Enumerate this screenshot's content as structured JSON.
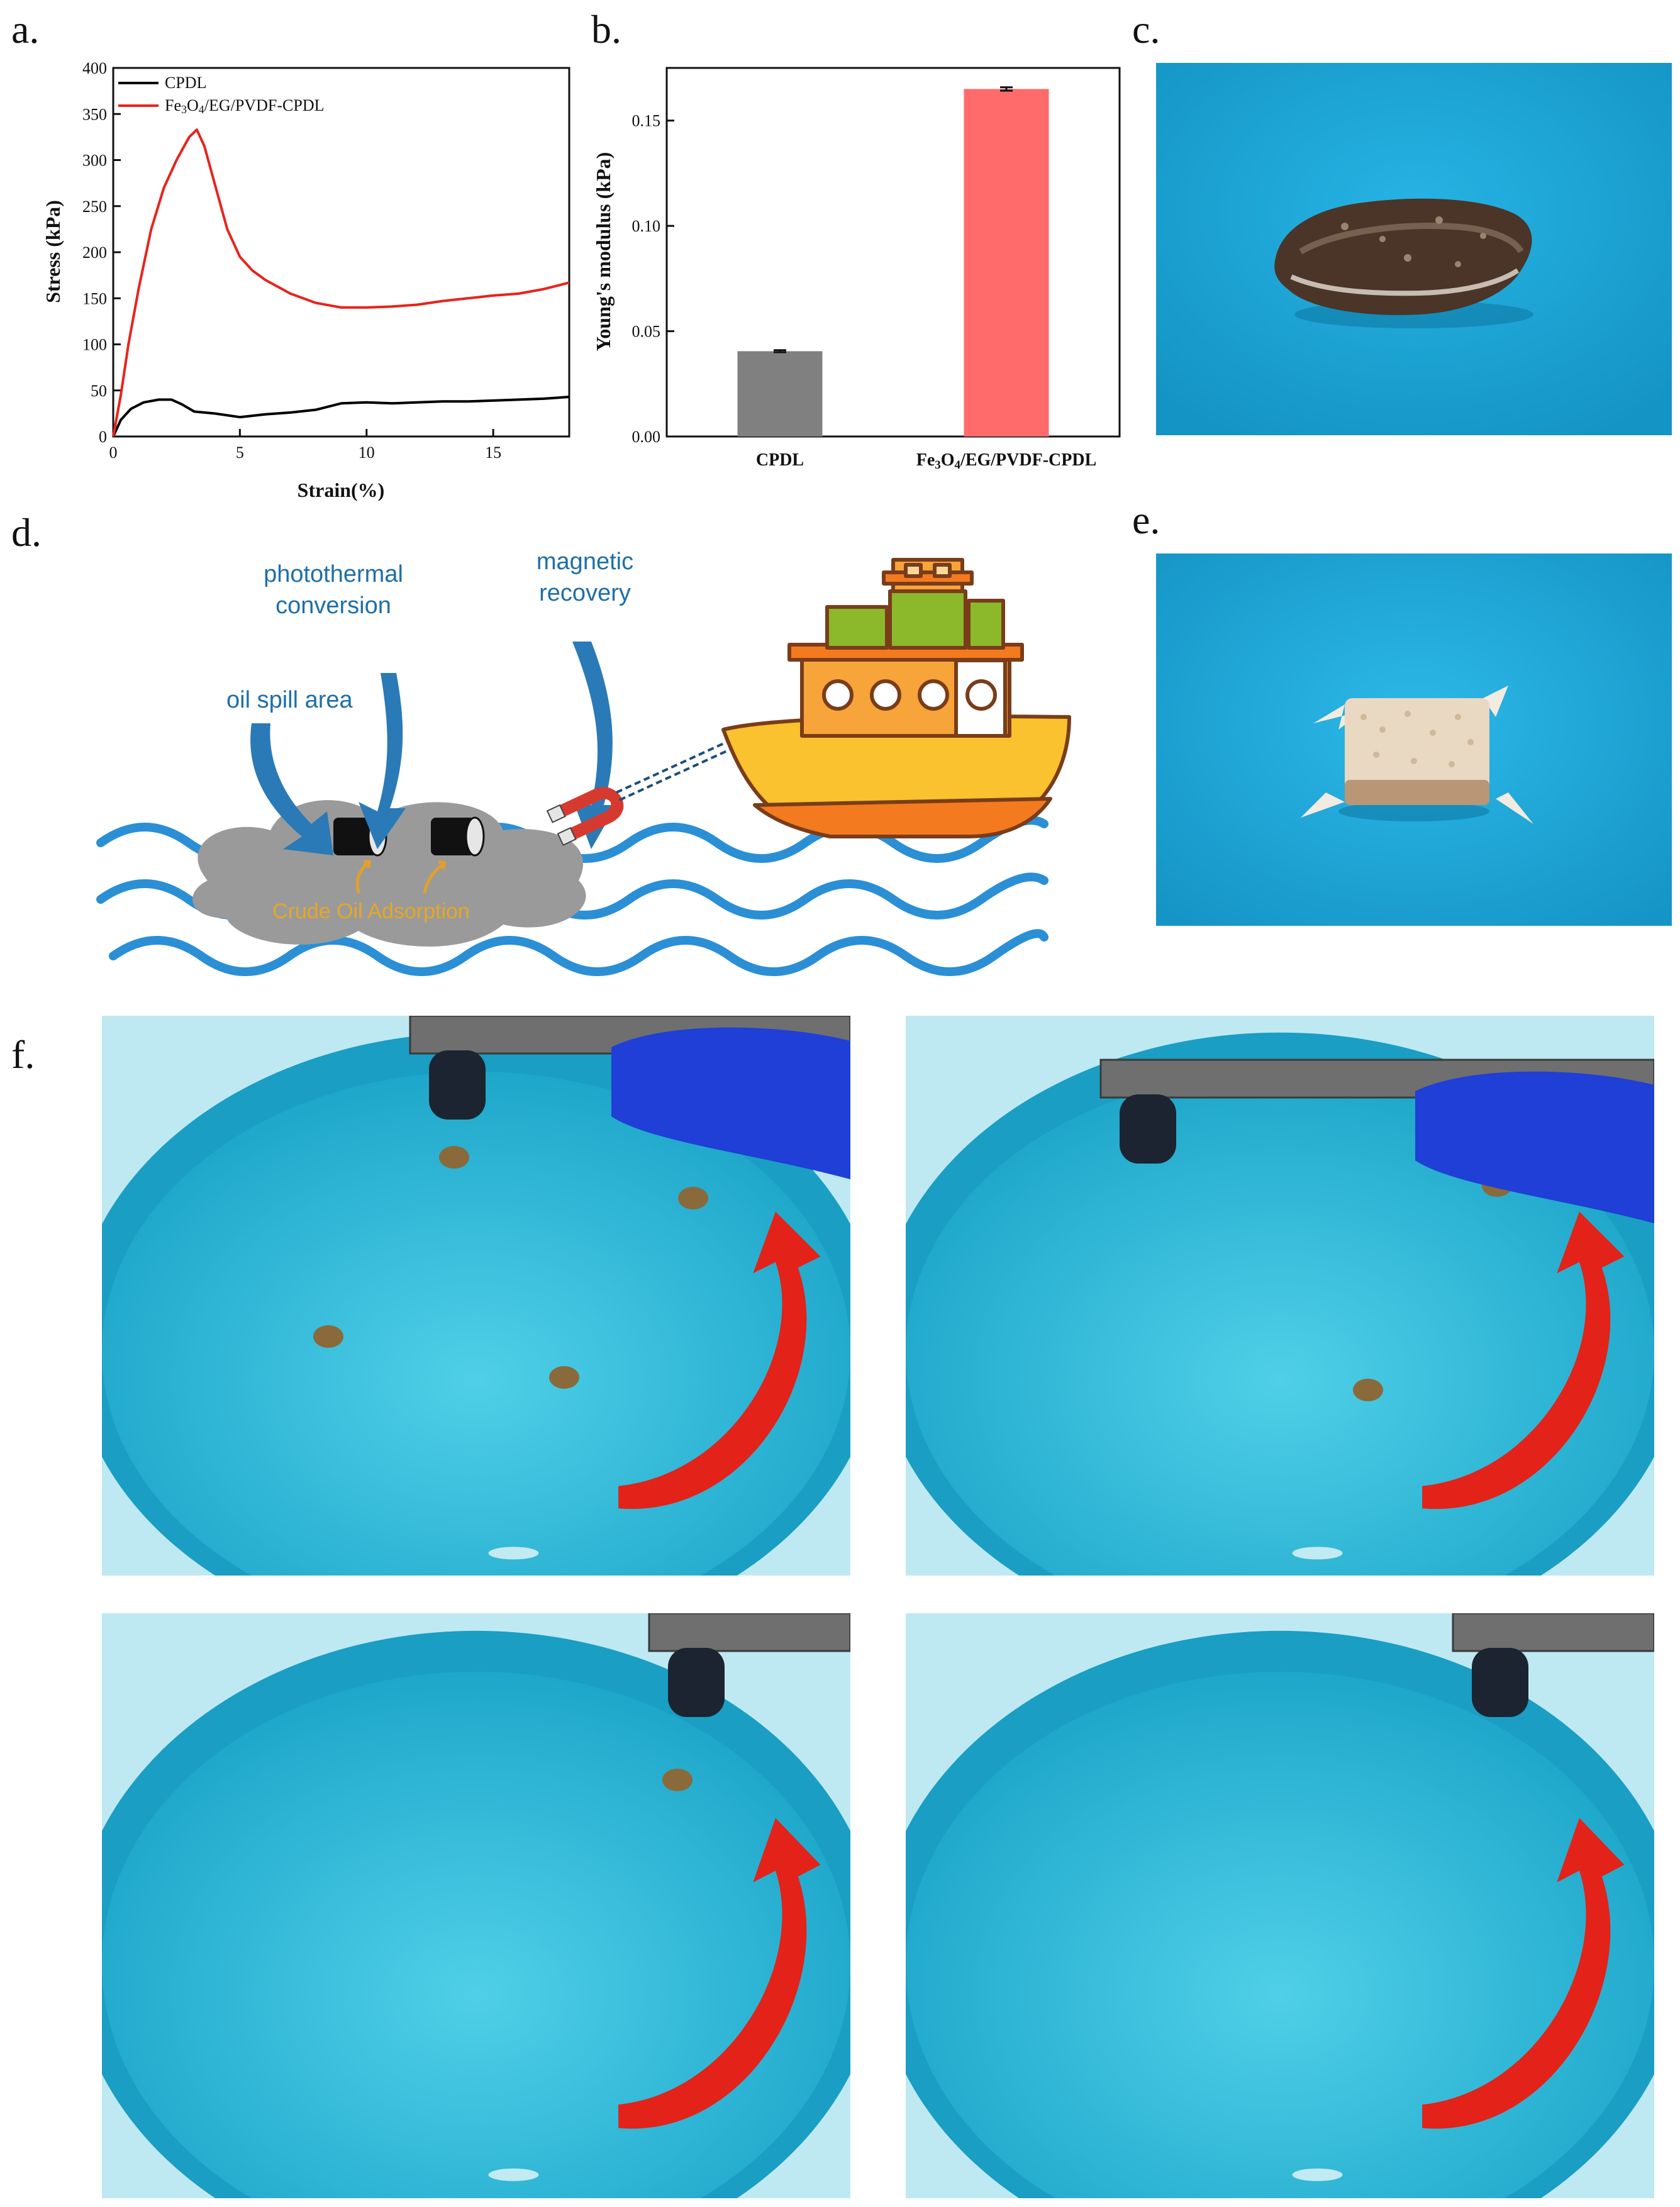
{
  "panels": {
    "a": "a.",
    "b": "b.",
    "c": "c.",
    "d": "d.",
    "e": "e.",
    "f": "f."
  },
  "chart_data": [
    {
      "type": "line",
      "xlabel": "Strain(%)",
      "ylabel": "Stress (kPa)",
      "xlim": [
        0,
        18
      ],
      "ylim": [
        0,
        400
      ],
      "xticks": [
        0,
        5,
        10,
        15
      ],
      "yticks": [
        0,
        50,
        100,
        150,
        200,
        250,
        300,
        350,
        400
      ],
      "legend_position": "top-left",
      "series": [
        {
          "name": "CPDL",
          "color": "#000000",
          "x": [
            0,
            0.3,
            0.7,
            1.2,
            1.8,
            2.3,
            2.7,
            3.2,
            4,
            5,
            6,
            7,
            8,
            9,
            10,
            11,
            12,
            13,
            14,
            15,
            16,
            17,
            18
          ],
          "y": [
            0,
            18,
            30,
            37,
            40,
            40,
            35,
            27,
            25,
            21,
            24,
            26,
            29,
            36,
            37,
            36,
            37,
            38,
            38,
            39,
            40,
            41,
            43
          ]
        },
        {
          "name": "Fe3O4/EG/PVDF-CPDL",
          "color": "#e8231c",
          "x": [
            0,
            0.3,
            0.6,
            1,
            1.5,
            2,
            2.5,
            3,
            3.3,
            3.6,
            4,
            4.5,
            5,
            5.5,
            6,
            7,
            8,
            9,
            10,
            11,
            12,
            13,
            14,
            15,
            16,
            17,
            18
          ],
          "y": [
            0,
            45,
            100,
            160,
            225,
            270,
            300,
            325,
            333,
            315,
            275,
            225,
            195,
            180,
            170,
            155,
            145,
            140,
            140,
            141,
            143,
            147,
            150,
            153,
            155,
            160,
            167
          ]
        }
      ]
    },
    {
      "type": "bar",
      "xlabel": "",
      "ylabel": "Young's modulus (kPa)",
      "categories": [
        "CPDL",
        "Fe3O4/EG/PVDF-CPDL"
      ],
      "values": [
        0.0405,
        0.165
      ],
      "errors": [
        0.0005,
        0.0008
      ],
      "colors": [
        "#808080",
        "#ff6b6b"
      ],
      "ylim": [
        0,
        0.175
      ],
      "yticks": [
        "0.00",
        "0.05",
        "0.10",
        "0.15"
      ]
    }
  ],
  "diagram": {
    "labels": {
      "photothermal": [
        "photothermal",
        "conversion"
      ],
      "magnetic": [
        "magnetic",
        "recovery"
      ],
      "oil_spill": "oil spill area",
      "crude_oil": "Crude Oil Adsorption"
    },
    "colors": {
      "text": "#1e6fa8",
      "wave": "#2b8fd6",
      "oil": "#9a9a9a",
      "ship_hull": "#f9c22e",
      "ship_cabin": "#f7a43a",
      "ship_top": "#8cb82b",
      "magnet": "#d63a2e"
    }
  },
  "photos": {
    "background": "#1aa5d8",
    "c_sample": "dark porous sample",
    "e_sample": "light porous sample",
    "dish_water": "#3cc3dd"
  }
}
